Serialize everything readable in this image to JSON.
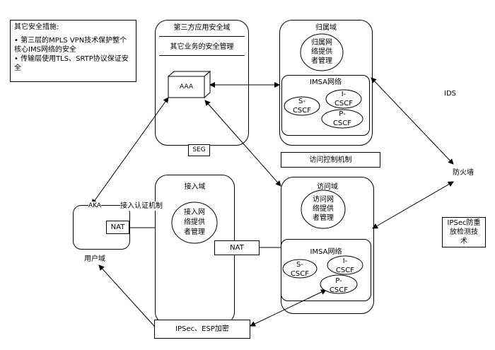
{
  "notes": {
    "title": "其它安全措施:",
    "items": [
      "• 第三层的MPLS VPN技术保护整个核心IMS网络的安全",
      "• 传输层使用TLS、SRTP协议保证安全"
    ]
  },
  "third_party": {
    "title": "第三方应用安全域",
    "subtitle": "其它业务的安全管理",
    "aaa": "AAA",
    "seg": "SEG"
  },
  "home": {
    "title": "归属域",
    "provider": [
      "归属网",
      "络提供",
      "者管理"
    ],
    "imsa": {
      "title": "IMSA网络",
      "scscf": [
        "S-",
        "CSCF"
      ],
      "icscf": [
        "I-",
        "CSCF"
      ],
      "pcscf": [
        "P-",
        "CSCF"
      ]
    }
  },
  "access_control": "访问控制机制",
  "access": {
    "title": "接入域",
    "provider": [
      "接入网",
      "络提供",
      "者管理"
    ]
  },
  "visit": {
    "title": "访问域",
    "provider": [
      "访问网",
      "络提供",
      "者管理"
    ],
    "imsa": {
      "title": "IMSA网络",
      "scscf": [
        "S-",
        "CSCF"
      ],
      "icscf": [
        "I-",
        "CSCF"
      ],
      "pcscf": [
        "P-",
        "CSCF"
      ]
    }
  },
  "user": {
    "label": "用户域",
    "aka": "AKA",
    "auth": "接入认证机制",
    "nat": "NAT"
  },
  "nat_bridge": "NAT",
  "ipsec_esp": "IPSec、ESP加密",
  "ids": "IDS",
  "firewall": "防火墙",
  "ipsec_replay": [
    "IPSec防重",
    "放检测技",
    "术"
  ]
}
